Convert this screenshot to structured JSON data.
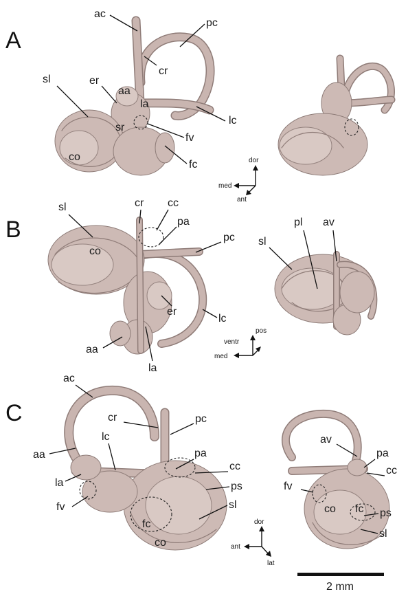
{
  "panels": {
    "A": "A",
    "B": "B",
    "C": "C"
  },
  "labels": {
    "A": {
      "ac": "ac",
      "pc": "pc",
      "cr": "cr",
      "sl": "sl",
      "er": "er",
      "aa": "aa",
      "la": "la",
      "lc": "lc",
      "sr": "sr",
      "fv": "fv",
      "co": "co",
      "fc": "fc"
    },
    "B": {
      "cr": "cr",
      "cc": "cc",
      "sl": "sl",
      "pa": "pa",
      "co": "co",
      "pc": "pc",
      "er": "er",
      "lc": "lc",
      "aa": "aa",
      "la": "la",
      "pl": "pl",
      "av": "av",
      "sl2": "sl"
    },
    "C": {
      "ac": "ac",
      "cr": "cr",
      "pc": "pc",
      "lc": "lc",
      "aa": "aa",
      "pa": "pa",
      "cc": "cc",
      "la": "la",
      "ps": "ps",
      "sl": "sl",
      "fv": "fv",
      "fc": "fc",
      "co": "co",
      "av": "av",
      "pa2": "pa",
      "cc2": "cc",
      "fv2": "fv",
      "co2": "co",
      "fc2": "fc",
      "ps2": "ps",
      "sl2": "sl"
    }
  },
  "orientation": {
    "A": {
      "up": "dor",
      "left": "med",
      "down": "ant"
    },
    "B": {
      "up": "pos",
      "mid": "ventr",
      "left": "med"
    },
    "C": {
      "up": "dor",
      "left": "ant",
      "down": "lat"
    }
  },
  "scale_bar": {
    "label": "2 mm"
  },
  "colors": {
    "bone": "#cdbab5",
    "outline": "#8d7b77",
    "text": "#1a1a1a"
  }
}
